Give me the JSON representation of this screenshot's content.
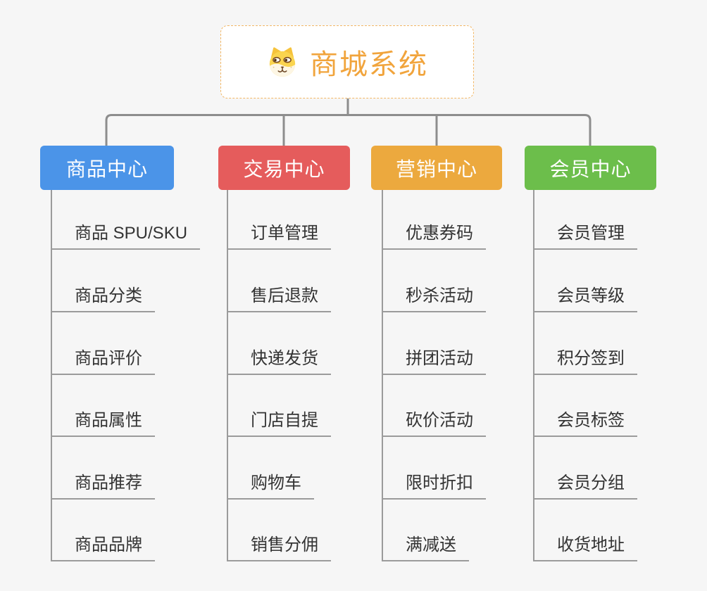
{
  "canvas": {
    "background_color": "#f6f6f6",
    "connector_color": "#8d8d8d",
    "leaf_line_color": "#9b9b9b",
    "leaf_text_color": "#333333"
  },
  "root": {
    "title": "商城系统",
    "title_color": "#f1a43c",
    "border_color": "#f2b765",
    "icon": "dog-icon"
  },
  "branches": [
    {
      "label": "商品中心",
      "color": "#4b94e8",
      "items": [
        "商品 SPU/SKU",
        "商品分类",
        "商品评价",
        "商品属性",
        "商品推荐",
        "商品品牌"
      ]
    },
    {
      "label": "交易中心",
      "color": "#e55c5c",
      "items": [
        "订单管理",
        "售后退款",
        "快递发货",
        "门店自提",
        "购物车",
        "销售分佣"
      ]
    },
    {
      "label": "营销中心",
      "color": "#eca93e",
      "items": [
        "优惠券码",
        "秒杀活动",
        "拼团活动",
        "砍价活动",
        "限时折扣",
        "满减送"
      ]
    },
    {
      "label": "会员中心",
      "color": "#6cbe4b",
      "items": [
        "会员管理",
        "会员等级",
        "积分签到",
        "会员标签",
        "会员分组",
        "收货地址"
      ]
    }
  ]
}
